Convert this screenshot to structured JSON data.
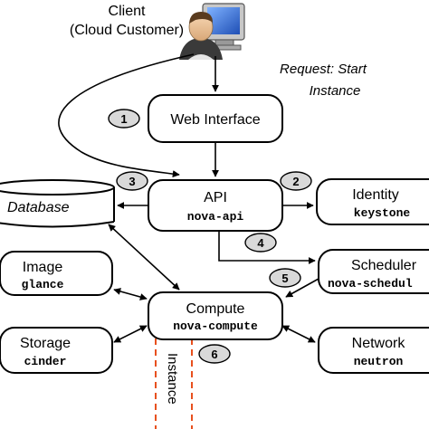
{
  "client": {
    "label": "Client",
    "sublabel": "(Cloud Customer)",
    "icon": "user-at-computer-icon"
  },
  "request_note": {
    "line1": "Request: Start",
    "line2": "Instance"
  },
  "nodes": {
    "web_interface": {
      "title": "Web Interface"
    },
    "api": {
      "title": "API",
      "service": "nova-api"
    },
    "identity": {
      "title": "Identity",
      "service": "keystone"
    },
    "database": {
      "title": "Database"
    },
    "scheduler": {
      "title": "Scheduler",
      "service": "nova-schedul"
    },
    "image": {
      "title": "Image",
      "service": "glance"
    },
    "compute": {
      "title": "Compute",
      "service": "nova-compute"
    },
    "storage": {
      "title": "Storage",
      "service": "cinder"
    },
    "network": {
      "title": "Network",
      "service": "neutron"
    }
  },
  "steps": [
    "1",
    "2",
    "3",
    "4",
    "5",
    "6"
  ],
  "instance_label": "Instance",
  "colors": {
    "step_badge_fill": "#d9d9d9",
    "instance_dash": "#e8501e",
    "line": "#000000"
  }
}
